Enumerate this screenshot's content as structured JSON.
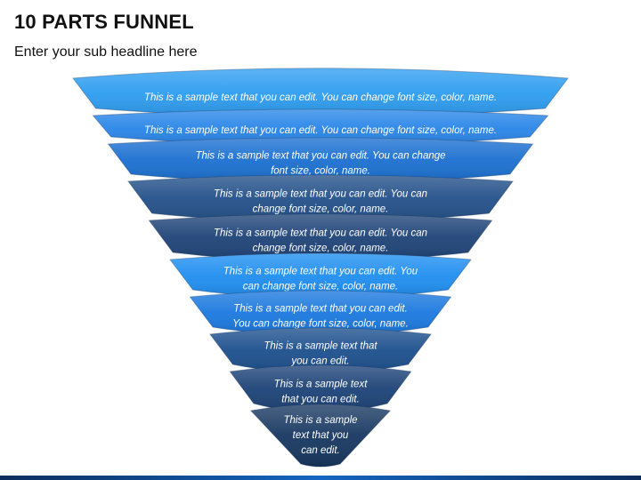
{
  "header": {
    "title": "10 PARTS FUNNEL",
    "subtitle": "Enter your sub headline here"
  },
  "funnel": {
    "colors": {
      "bright_blue": "#2e9df0",
      "blue": "#2a86e8",
      "mid_blue": "#1a6fd0",
      "steel_blue": "#235089",
      "navy": "#1e4377",
      "azure": "#1f8ef0",
      "royal": "#1a78de",
      "dark_blue": "#1c4f8d",
      "darker_blue": "#1c4277",
      "darkest_blue": "#173760"
    },
    "levels": [
      {
        "lines": [
          "This is a sample text that you can edit. You can change font size, color, name."
        ],
        "color": "#2e9df0"
      },
      {
        "lines": [
          "This is a sample text that you can edit. You can change font size, color, name."
        ],
        "color": "#2a86e8"
      },
      {
        "lines": [
          "This is a sample text that you can edit. You can change",
          "font size, color, name."
        ],
        "color": "#1a6fd0"
      },
      {
        "lines": [
          "This is a sample text that you can edit. You can",
          "change font size, color, name."
        ],
        "color": "#235089"
      },
      {
        "lines": [
          "This is a sample text that you can edit. You can",
          "change font size, color, name."
        ],
        "color": "#1e4377"
      },
      {
        "lines": [
          "This is a sample text that you can edit. You",
          "can change font size, color, name."
        ],
        "color": "#1f8ef0"
      },
      {
        "lines": [
          "This is a sample text that you can edit.",
          "You can change font size, color, name."
        ],
        "color": "#1a78de"
      },
      {
        "lines": [
          "This is a sample text that",
          "you can edit."
        ],
        "color": "#1c4f8d"
      },
      {
        "lines": [
          "This is a sample text",
          "that you can edit."
        ],
        "color": "#1c4277"
      },
      {
        "lines": [
          "This is a sample",
          "text that you",
          "can edit."
        ],
        "color": "#173760"
      }
    ]
  }
}
